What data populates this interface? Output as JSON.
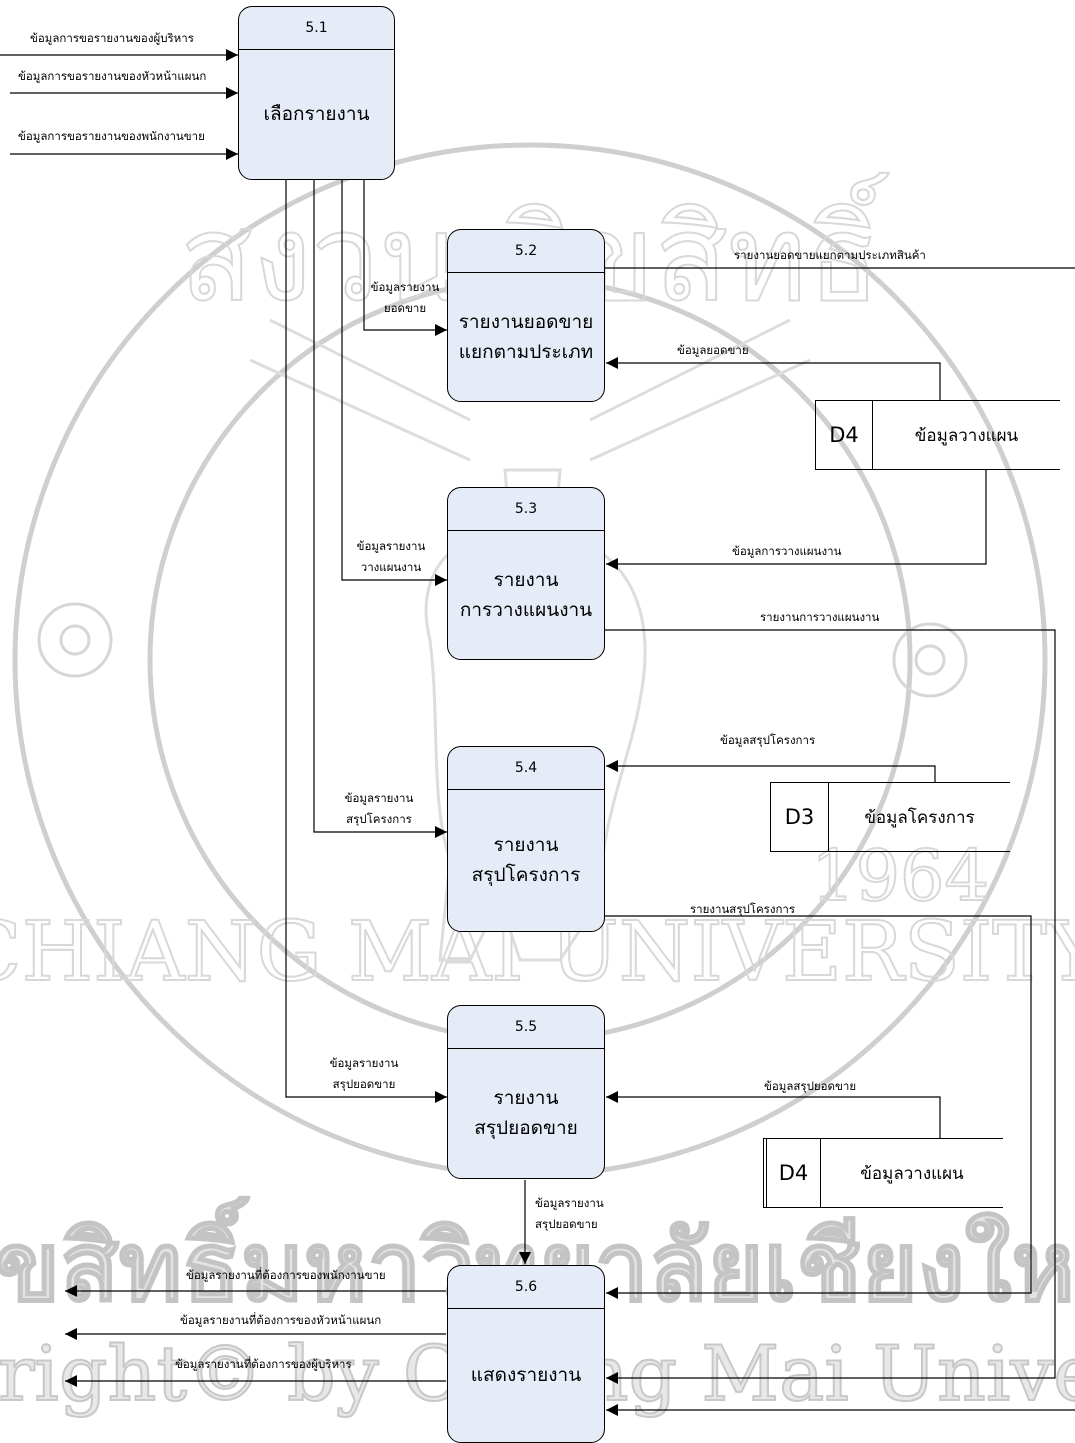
{
  "watermark": {
    "top_arc": "สงวน ลิขสิทธิ์",
    "english_arc": "CHIANG MAI UNIVERSITY",
    "year": "1964",
    "bottom_line_1": "ลิขสิทธิ์มหาวิทยาลัยเชียงใหม่",
    "bottom_line_2": "Copyright© by Chiang Mai University"
  },
  "processes": [
    {
      "id": "5.1",
      "name_lines": [
        "เลือกรายงาน"
      ]
    },
    {
      "id": "5.2",
      "name_lines": [
        "รายงานยอดขาย",
        "แยกตามประเภท"
      ]
    },
    {
      "id": "5.3",
      "name_lines": [
        "รายงาน",
        "การวางแผนงาน"
      ]
    },
    {
      "id": "5.4",
      "name_lines": [
        "รายงาน",
        "สรุปโครงการ"
      ]
    },
    {
      "id": "5.5",
      "name_lines": [
        "รายงาน",
        "สรุปยอดขาย"
      ]
    },
    {
      "id": "5.6",
      "name_lines": [
        "แสดงรายงาน"
      ]
    }
  ],
  "stores": [
    {
      "id": "D4",
      "name": "ข้อมูลวางแผน"
    },
    {
      "id": "D3",
      "name": "ข้อมูลโครงการ"
    },
    {
      "id": "D4",
      "name": "ข้อมูลวางแผน"
    }
  ],
  "flows": {
    "in_exec": "ข้อมูลการขอรายงานของผู้บริหาร",
    "in_head": "ข้อมูลการขอรายงานของหัวหน้าแผนก",
    "in_staff": "ข้อมูลการขอรายงานของพนักงานขาย",
    "f_sales": [
      "ข้อมูลรายงาน",
      "ยอดขาย"
    ],
    "f_plan": [
      "ข้อมูลรายงาน",
      "วางแผนงาน"
    ],
    "f_project": [
      "ข้อมูลรายงาน",
      "สรุปโครงการ"
    ],
    "f_summary": [
      "ข้อมูลรายงาน",
      "สรุปยอดขาย"
    ],
    "out_52": "รายงานยอดขายแยกตามประเภทสินค้า",
    "d4_to_52": "ข้อมูลยอดขาย",
    "d4_to_53": "ข้อมูลการวางแผนงาน",
    "out_53": "รายงานการวางแผนงาน",
    "d3_to_54": "ข้อมูลสรุปโครงการ",
    "out_54": "รายงานสรุปโครงการ",
    "d4_to_55": "ข้อมูลสรุปยอดขาย",
    "f_55_56": [
      "ข้อมูลรายงาน",
      "สรุปยอดขาย"
    ],
    "out_staff": "ข้อมูลรายงานที่ต้องการของพนักงานขาย",
    "out_head": "ข้อมูลรายงานที่ต้องการของหัวหน้าแผนก",
    "out_exec": "ข้อมูลรายงานที่ต้องการของผู้บริหาร"
  }
}
